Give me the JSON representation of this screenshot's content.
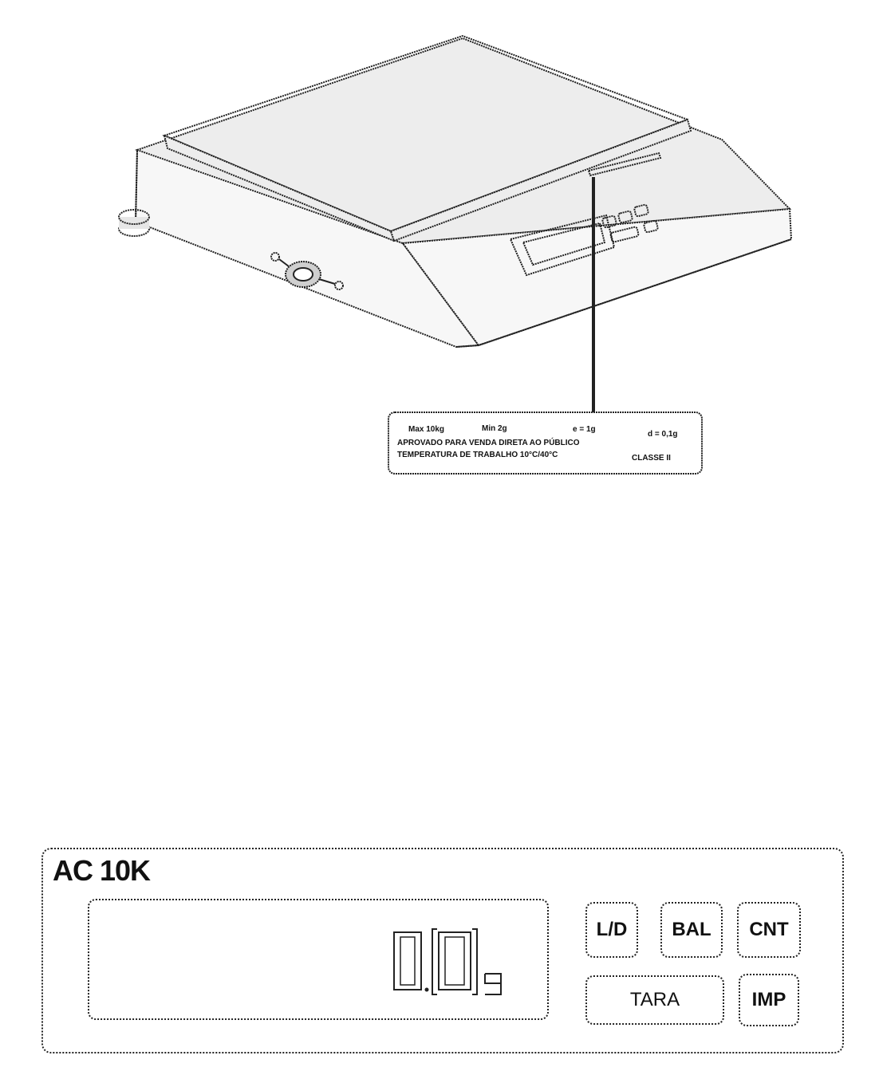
{
  "plate_label": {
    "max": "Max 10kg",
    "min": "Min 2g",
    "e": "e = 1g",
    "d": "d = 0,1g",
    "line2": "APROVADO PARA VENDA DIRETA AO PÚBLICO",
    "line3": "TEMPERATURA DE TRABALHO 10°C/40°C",
    "class": "CLASSE II"
  },
  "panel": {
    "model": "AC 10K",
    "display_unit": "g",
    "keys": {
      "ld": "L/D",
      "bal": "BAL",
      "cnt": "CNT",
      "tara": "TARA",
      "imp": "IMP"
    }
  }
}
